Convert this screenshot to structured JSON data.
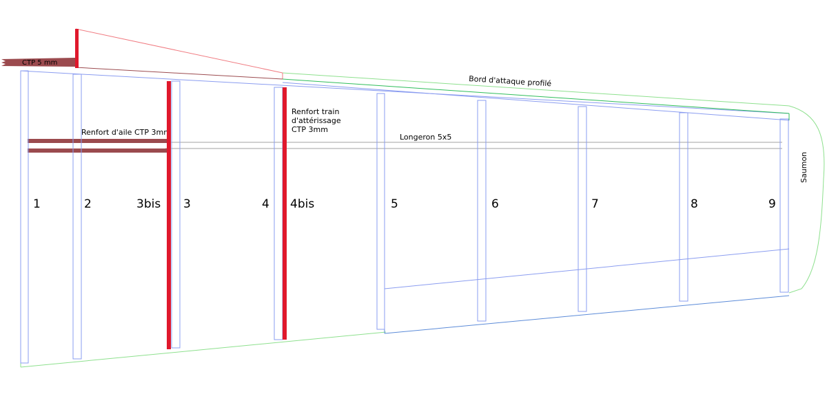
{
  "labels": {
    "ctp_5mm": "CTP 5 mm",
    "leading_edge": "Bord d'attaque profilé",
    "wing_reinforcement": "Renfort d'aile CTP 3mm",
    "gear_reinforcement_line1": "Renfort train",
    "gear_reinforcement_line2": "d'attérissage",
    "gear_reinforcement_line3": "CTP 3mm",
    "spar": "Longeron 5x5",
    "tip": "Saumon"
  },
  "ribs": [
    "1",
    "2",
    "3bis",
    "3",
    "4",
    "4bis",
    "5",
    "6",
    "7",
    "8",
    "9"
  ],
  "colors": {
    "rib_outline": "#8a9cf0",
    "reinforcement_red": "#e0182c",
    "plywood": "#9b4a4e",
    "leading_edge_green": "#2ebd5a",
    "outline_green": "#8de08d",
    "spar_gray": "#a0a0a0",
    "dihedral_brace_pink": "#f07a80",
    "aileron_blue": "#5a8ad8"
  }
}
